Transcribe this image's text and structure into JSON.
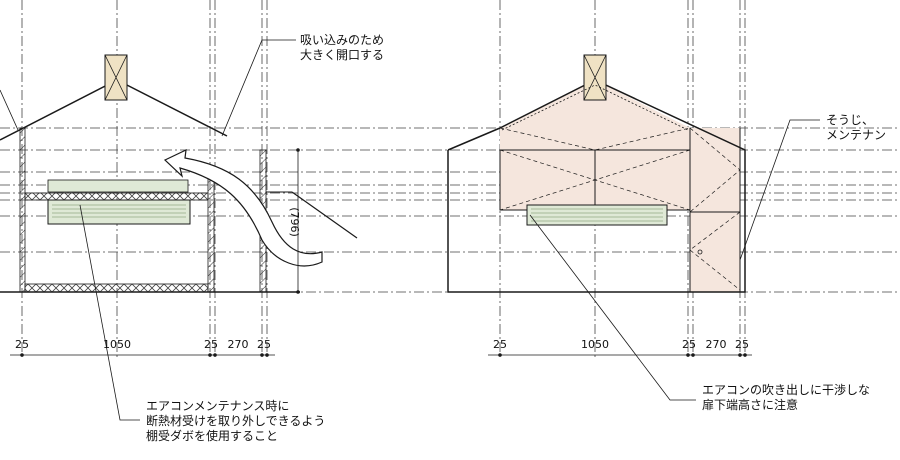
{
  "left_view": {
    "annotation_top": [
      "吸い込みのため",
      "大きく開口する"
    ],
    "annotation_bottom": [
      "エアコンメンテナンス時に",
      "断熱材受けを取り外しできるよう",
      "棚受ダボを使用すること"
    ],
    "vertical_dim": "(796)",
    "dims": [
      "25",
      "1050",
      "25",
      "270",
      "25"
    ]
  },
  "right_view": {
    "annotation_side": [
      "そうじ、",
      "メンテナン"
    ],
    "annotation_bottom": [
      "エアコンの吹き出しに干渉しな",
      "扉下端高さに注意"
    ],
    "dims": [
      "25",
      "1050",
      "25",
      "270",
      "25"
    ]
  },
  "colors": {
    "line": "#1a1a1a",
    "fill_beige": "#f5e6dd",
    "fill_vent": "#efe2c4",
    "ac_green": "#dfe9d6",
    "arrow_fill": "#ffffff"
  }
}
